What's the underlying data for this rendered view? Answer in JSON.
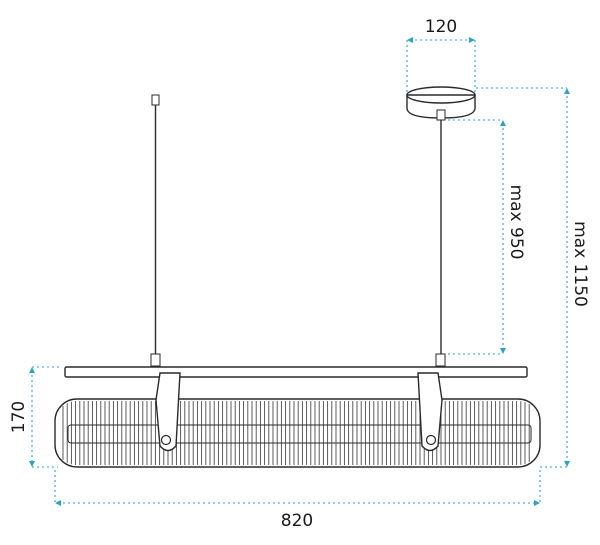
{
  "dimensions": {
    "canopy_diameter": "120",
    "max_drop": "max 950",
    "max_total": "max 1150",
    "body_height": "170",
    "body_length": "820"
  },
  "colors": {
    "dimension_line": "#29a3c7",
    "outline": "#2a2a2a"
  }
}
